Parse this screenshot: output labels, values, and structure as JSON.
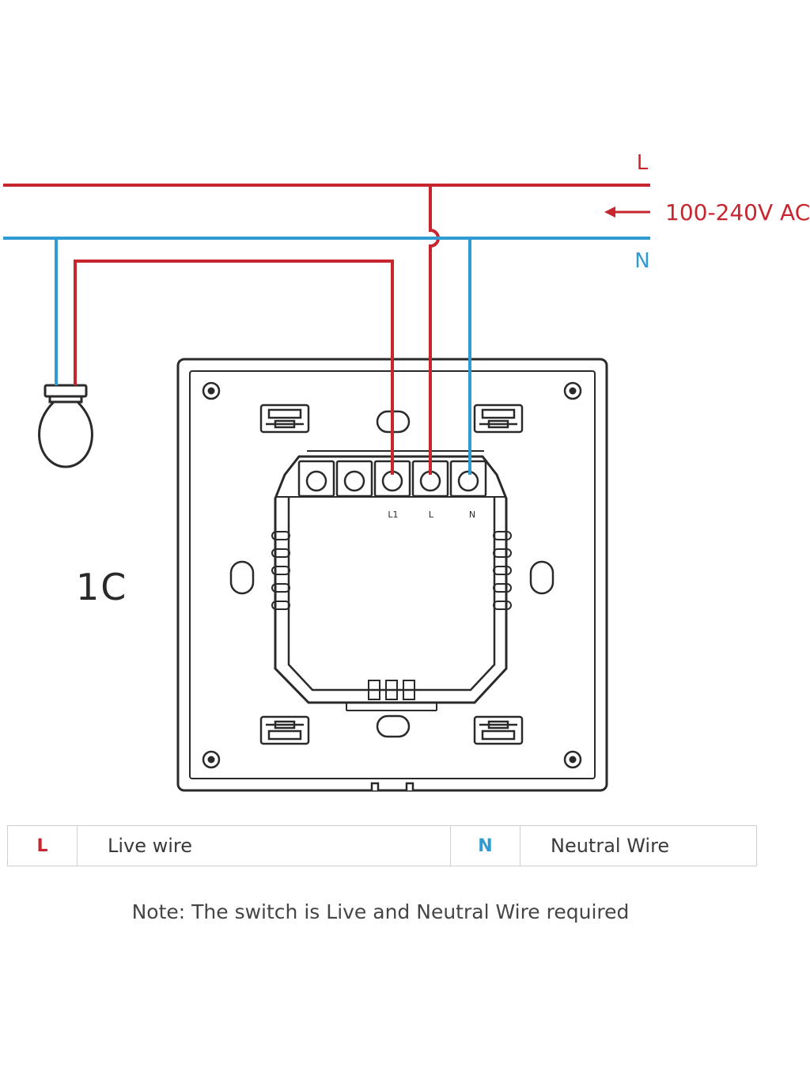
{
  "wires": {
    "live_label": "L",
    "neutral_label": "N",
    "supply_label": "100-240V AC"
  },
  "diagram_label": "1C",
  "terminals": [
    "L1",
    "L",
    "N"
  ],
  "legend": {
    "live_key": "L",
    "live_desc": "Live wire",
    "neutral_key": "N",
    "neutral_desc": "Neutral Wire"
  },
  "note": "Note: The switch is Live and Neutral Wire required",
  "colors": {
    "live": "#c8262f",
    "neutral": "#2f9bd3",
    "outline": "#2a2a2a"
  }
}
